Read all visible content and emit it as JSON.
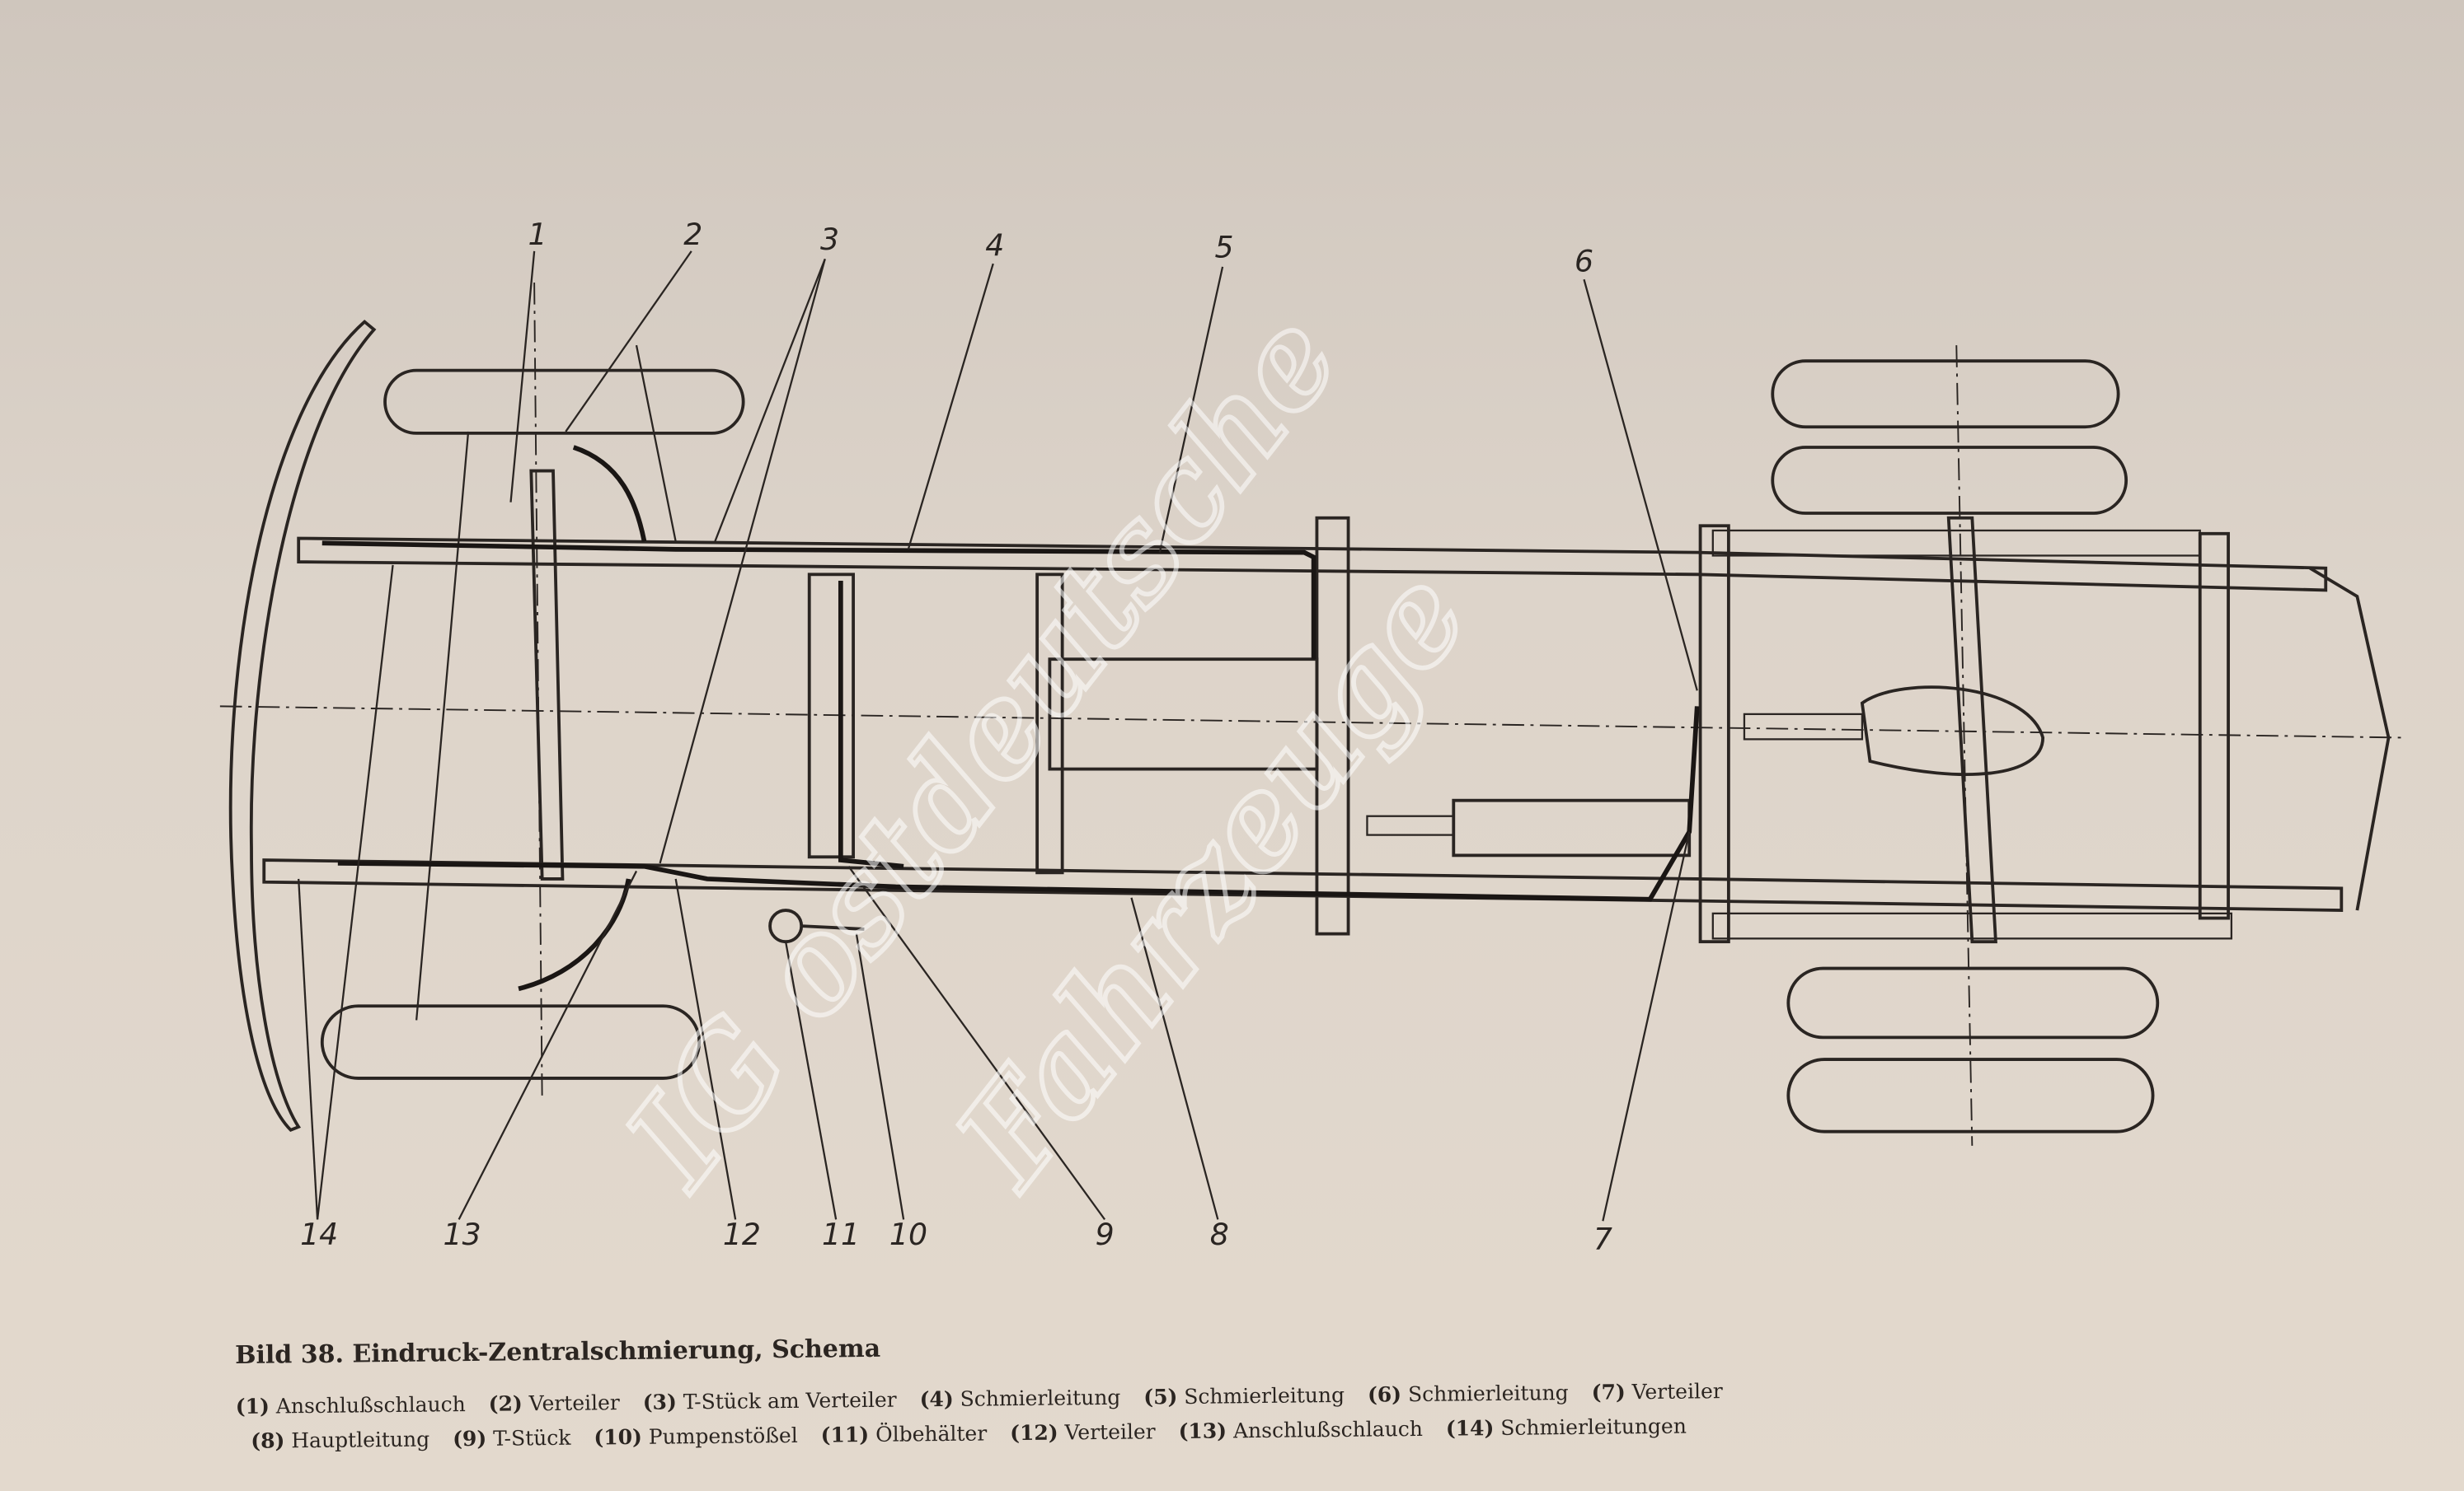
{
  "figure": {
    "title": "Bild 38. Eindruck-Zentralschmierung, Schema",
    "callouts": [
      "1",
      "2",
      "3",
      "4",
      "5",
      "6",
      "7",
      "8",
      "9",
      "10",
      "11",
      "12",
      "13",
      "14"
    ],
    "legend": [
      {
        "num": "(1)",
        "text": "Anschlußschlauch"
      },
      {
        "num": "(2)",
        "text": "Verteiler"
      },
      {
        "num": "(3)",
        "text": "T-Stück am Verteiler"
      },
      {
        "num": "(4)",
        "text": "Schmierleitung"
      },
      {
        "num": "(5)",
        "text": "Schmierleitung"
      },
      {
        "num": "(6)",
        "text": "Schmierleitung"
      },
      {
        "num": "(7)",
        "text": "Verteiler"
      },
      {
        "num": "(8)",
        "text": "Hauptleitung"
      },
      {
        "num": "(9)",
        "text": "T-Stück"
      },
      {
        "num": "(10)",
        "text": "Pumpenstößel"
      },
      {
        "num": "(11)",
        "text": "Ölbehälter"
      },
      {
        "num": "(12)",
        "text": "Verteiler"
      },
      {
        "num": "(13)",
        "text": "Anschlußschlauch"
      },
      {
        "num": "(14)",
        "text": "Schmierleitungen"
      }
    ]
  },
  "watermark": {
    "line1": "IG ostdeutsche",
    "line2": "Fahrzeuge"
  },
  "colors": {
    "paper": "#ddd4ca",
    "ink": "#2a2522"
  }
}
